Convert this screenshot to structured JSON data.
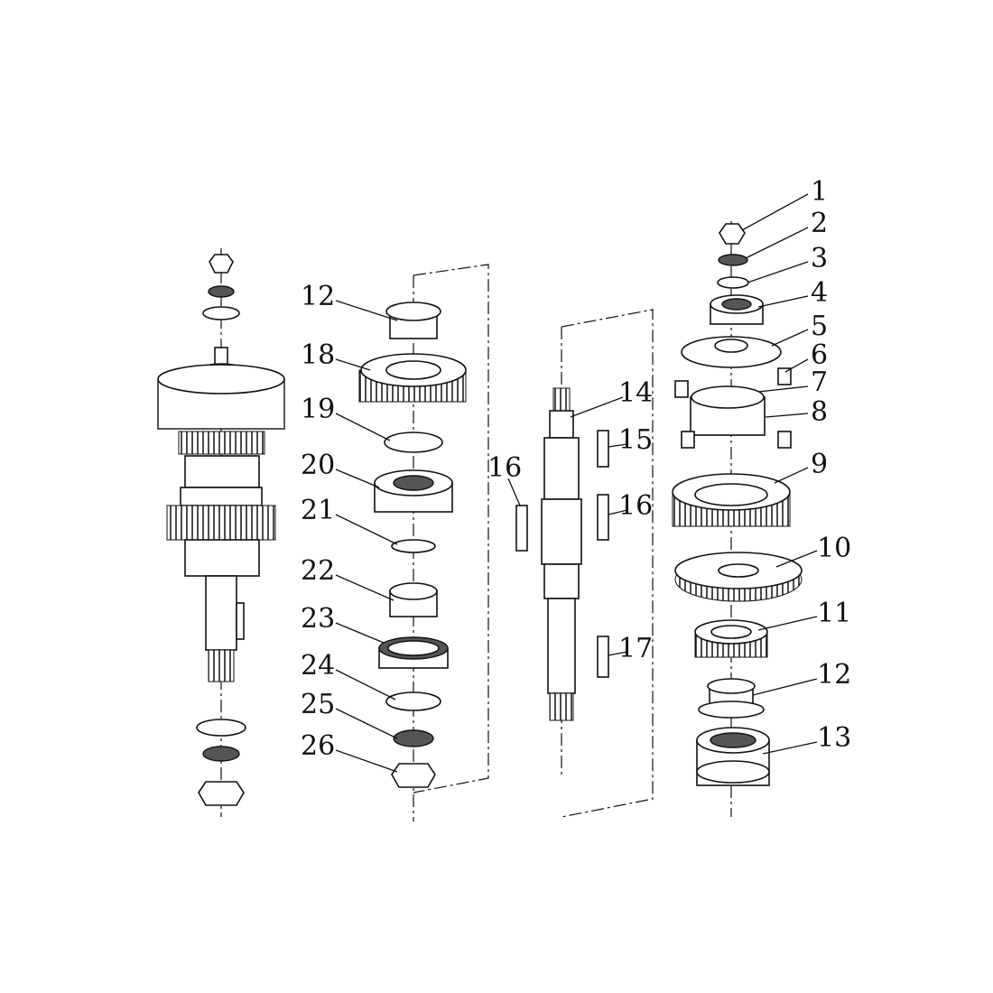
{
  "diagram": {
    "title": "Exploded view of transmission shaft assembly",
    "callouts": {
      "right": [
        "1",
        "2",
        "3",
        "4",
        "5",
        "6",
        "7",
        "8",
        "9",
        "10",
        "11",
        "12",
        "13"
      ],
      "middle": [
        "12",
        "18",
        "19",
        "20",
        "21",
        "22",
        "23",
        "24",
        "25",
        "26"
      ],
      "shaft": [
        "14",
        "15",
        "16",
        "16",
        "17"
      ]
    }
  }
}
